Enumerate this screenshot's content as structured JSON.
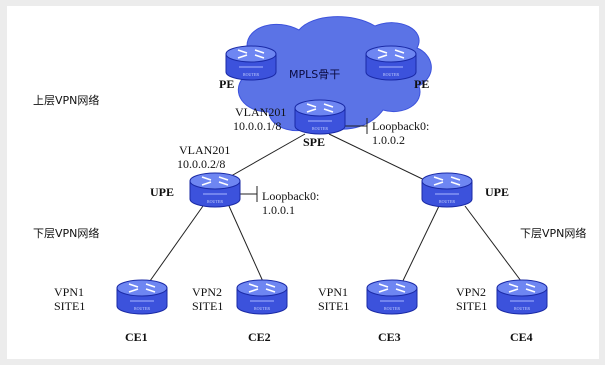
{
  "diagram": {
    "upper_layer_label": "上层VPN网络",
    "lower_layer_left_label": "下层VPN网络",
    "lower_layer_right_label": "下层VPN网络",
    "mpls_backbone_label": "MPLS骨干",
    "colors": {
      "cloud": "#5b73e6",
      "router_body": "#3c52dc",
      "router_top": "#6e86f2",
      "router_dark": "#1a2aa6",
      "link": "#222222"
    },
    "nodes": {
      "pe_left": {
        "label": "PE"
      },
      "pe_right": {
        "label": "PE"
      },
      "spe": {
        "label": "SPE",
        "vlan": "VLAN201",
        "ip": "10.0.0.1/8",
        "loopback": "Loopback0:",
        "loopback_ip": "1.0.0.2"
      },
      "upe_left": {
        "label": "UPE",
        "vlan": "VLAN201",
        "ip": "10.0.0.2/8",
        "loopback": "Loopback0:",
        "loopback_ip": "1.0.0.1"
      },
      "upe_right": {
        "label": "UPE"
      },
      "ce1": {
        "label": "CE1",
        "vpn": "VPN1",
        "site": "SITE1"
      },
      "ce2": {
        "label": "CE2",
        "vpn": "VPN2",
        "site": "SITE1"
      },
      "ce3": {
        "label": "CE3",
        "vpn": "VPN1",
        "site": "SITE1"
      },
      "ce4": {
        "label": "CE4",
        "vpn": "VPN2",
        "site": "SITE1"
      }
    }
  }
}
